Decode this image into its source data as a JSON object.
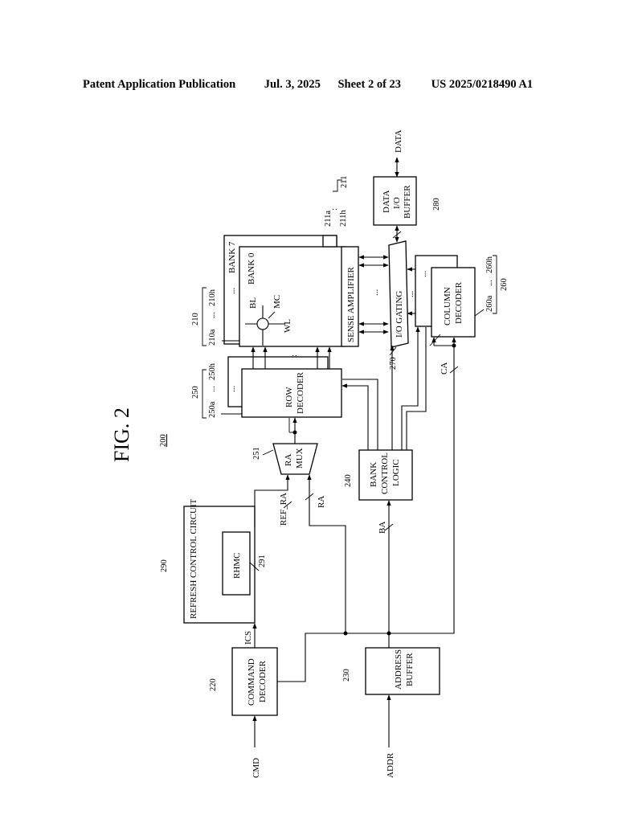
{
  "header": {
    "publication": "Patent Application Publication",
    "date": "Jul. 3, 2025",
    "sheet": "Sheet 2 of 23",
    "number": "US 2025/0218490 A1"
  },
  "figure": {
    "title": "FIG. 2",
    "ref_num": "200"
  },
  "blocks": {
    "refresh_control": {
      "label": "REFRESH CONTROL CIRCUIT",
      "ref": "290"
    },
    "rhmc": {
      "label": "RHMC",
      "ref": "291"
    },
    "command_decoder": {
      "line1": "COMMAND",
      "line2": "DECODER",
      "ref": "220"
    },
    "address_buffer": {
      "line1": "ADDRESS",
      "line2": "BUFFER",
      "ref": "230"
    },
    "ra_mux": {
      "line1": "RA",
      "line2": "MUX",
      "ref": "251"
    },
    "bank_control": {
      "line1": "BANK",
      "line2": "CONTROL",
      "line3": "LOGIC",
      "ref": "240"
    },
    "row_decoder": {
      "line1": "ROW",
      "line2": "DECODER",
      "ref": "250",
      "ref_a": "250a",
      "ref_h": "250h",
      "dots": "..."
    },
    "memory_bank": {
      "bank0": "BANK 0",
      "bank7": "BANK 7",
      "ref": "210",
      "ref_a": "210a",
      "ref_h": "210h",
      "bl": "BL",
      "wl": "WL",
      "mc": "MC",
      "dots": "..."
    },
    "sense_amp": {
      "label": "SENSE AMPLIFIER",
      "ref": "211",
      "ref_a": "211a",
      "ref_h": "211h"
    },
    "io_gating": {
      "label": "I/O GATING",
      "ref": "270"
    },
    "column_decoder": {
      "line1": "COLUMN",
      "line2": "DECODER",
      "ref": "260",
      "ref_a": "260a",
      "ref_h": "260h",
      "dots": "..."
    },
    "data_io_buffer": {
      "line1": "DATA",
      "line2": "I/O",
      "line3": "BUFFER",
      "ref": "280"
    }
  },
  "signals": {
    "cmd": "CMD",
    "addr": "ADDR",
    "ics": "ICS",
    "ref_ra": "REF_RA",
    "ra": "RA",
    "ba": "BA",
    "ca": "CA",
    "data": "DATA"
  }
}
